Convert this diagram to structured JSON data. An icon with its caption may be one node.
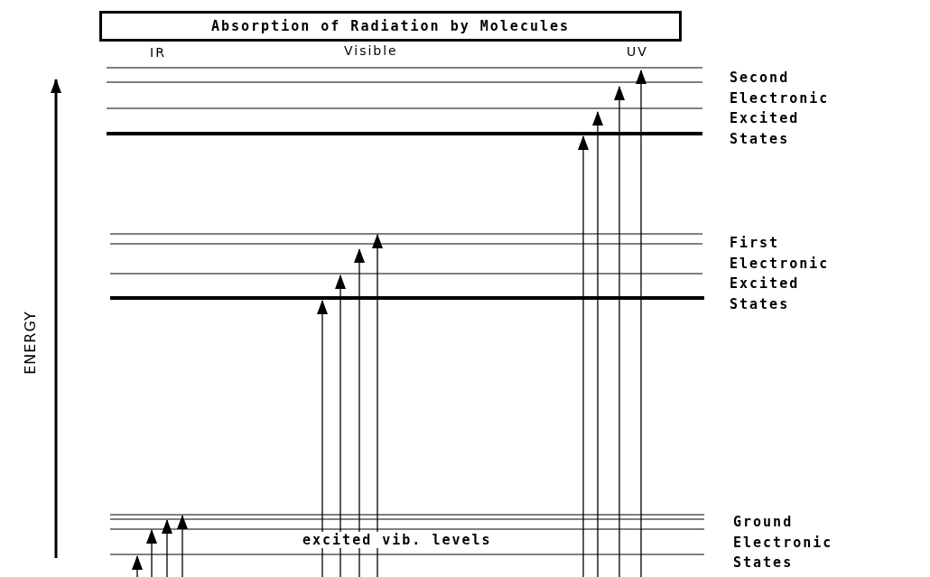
{
  "diagram": {
    "title": "Absorption of Radiation by Molecules",
    "labels": [
      "IR",
      "Visible",
      "UV",
      "Second Electronic Excited States",
      "First Electronic Excited States",
      "ENERGY",
      "excited vib. levels",
      "Ground Electronic States"
    ]
  }
}
